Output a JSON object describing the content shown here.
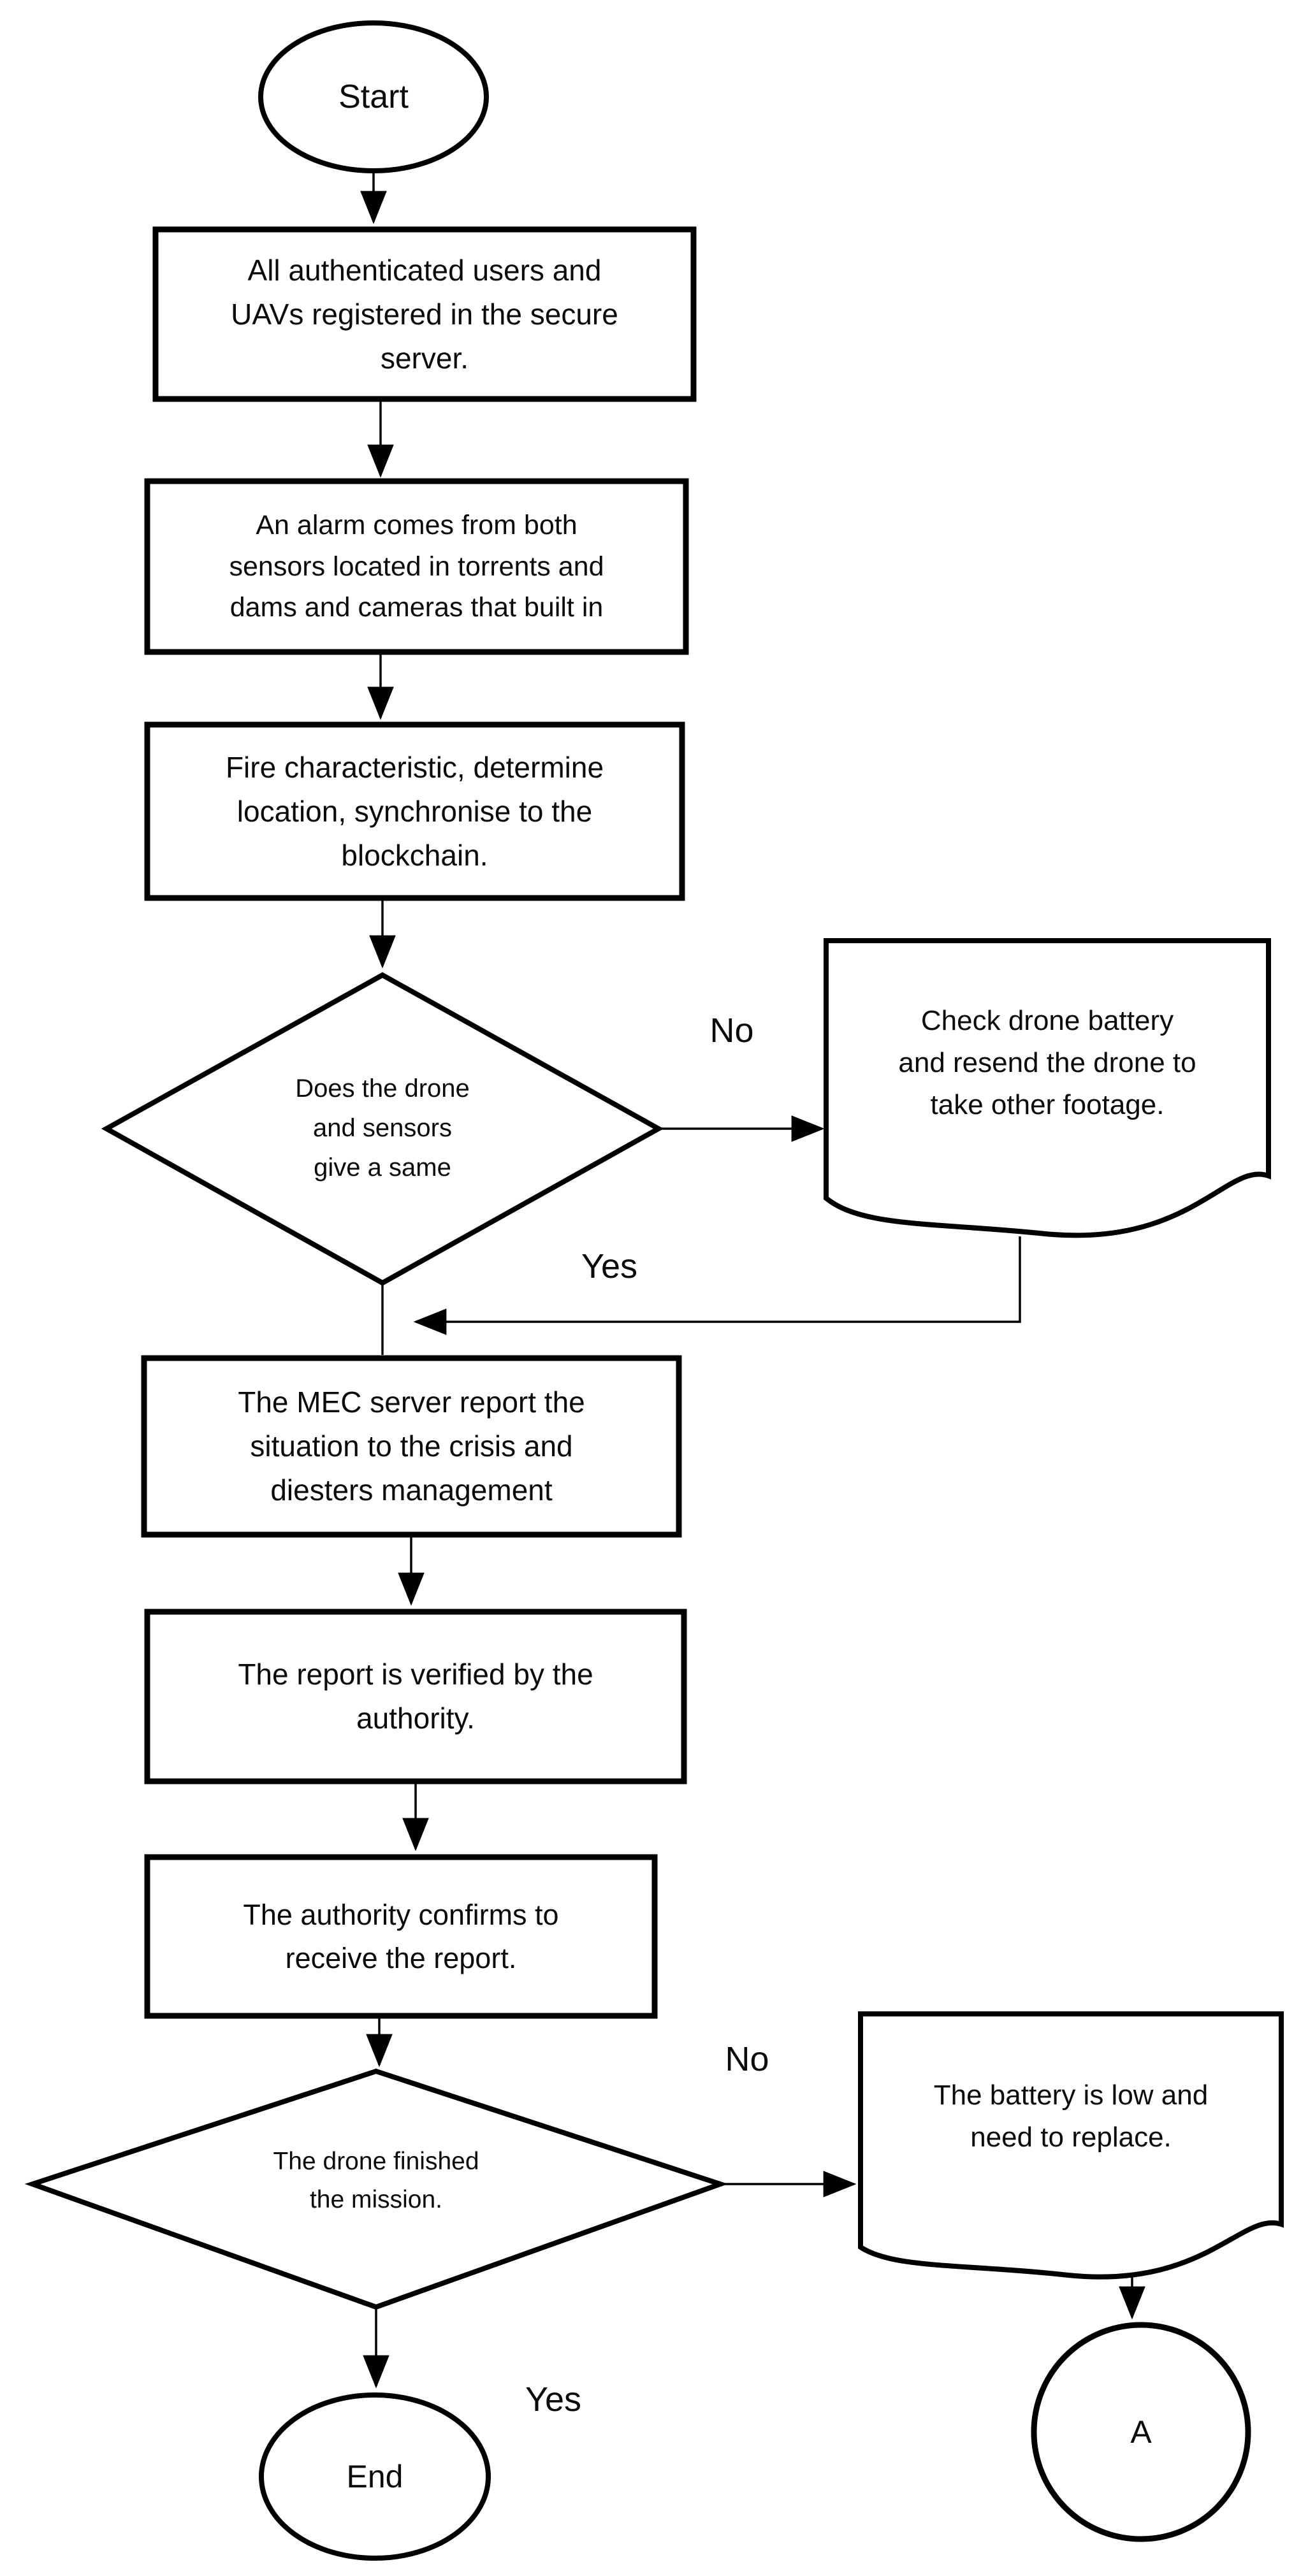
{
  "diagram": {
    "title": "UAV fire-detection blockchain flowchart",
    "background": "#ffffff",
    "stroke_color": "#000000",
    "shape_fill": "#ffffff",
    "nodes": {
      "start": {
        "type": "terminator",
        "label": "Start"
      },
      "register": {
        "type": "process",
        "lines": [
          "All authenticated users and",
          "UAVs registered in the secure",
          "server."
        ]
      },
      "alarm": {
        "type": "process",
        "lines": [
          "An alarm comes from both",
          "sensors located in torrents and",
          "dams and cameras that built in"
        ]
      },
      "fire": {
        "type": "process",
        "lines": [
          "Fire characteristic, determine",
          "location, synchronise to the",
          "blockchain."
        ]
      },
      "decision_same": {
        "type": "decision",
        "lines": [
          "Does the drone",
          "and sensors",
          "give a same"
        ]
      },
      "check_drone": {
        "type": "document",
        "lines": [
          "Check drone battery",
          "and resend the drone to",
          "take other footage."
        ]
      },
      "mec_report": {
        "type": "process",
        "lines": [
          "The MEC server report the",
          "situation to the crisis and",
          "diesters management"
        ]
      },
      "verify": {
        "type": "process",
        "lines": [
          "The report is verified by the",
          "authority."
        ]
      },
      "confirm": {
        "type": "process",
        "lines": [
          "The authority confirms to",
          "receive the report."
        ]
      },
      "decision_finished": {
        "type": "decision",
        "lines": [
          "The drone finished",
          "the mission."
        ]
      },
      "battery_low": {
        "type": "document",
        "lines": [
          "The battery is low and",
          "need to replace."
        ]
      },
      "connector_a": {
        "type": "connector",
        "label": "A"
      },
      "end": {
        "type": "terminator",
        "label": "End"
      }
    },
    "edge_labels": {
      "no1": "No",
      "yes1": "Yes",
      "no2": "No",
      "yes2": "Yes"
    }
  }
}
